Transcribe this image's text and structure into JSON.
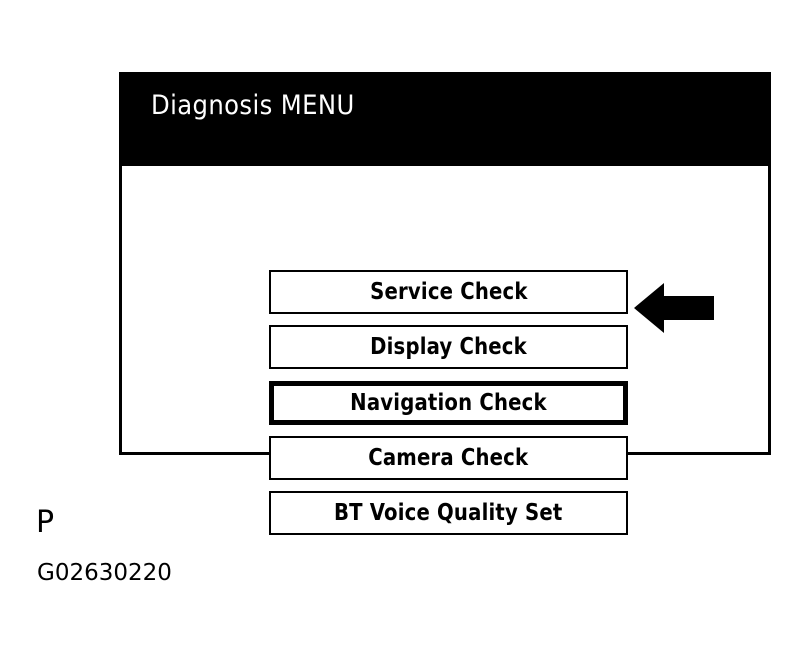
{
  "page": {
    "background_color": "#ffffff"
  },
  "screen": {
    "header": {
      "title": "Diagnosis MENU",
      "background_color": "#000000",
      "text_color": "#ffffff"
    },
    "border_color": "#000000",
    "background_color": "#ffffff",
    "menu_items": [
      {
        "label": "Service Check",
        "selected": false
      },
      {
        "label": "Display Check",
        "selected": false
      },
      {
        "label": "Navigation Check",
        "selected": true
      },
      {
        "label": "Camera Check",
        "selected": false
      },
      {
        "label": "BT Voice Quality Set",
        "selected": false
      }
    ]
  },
  "annotation": {
    "arrow": {
      "icon": "arrow-left-icon",
      "direction": "left",
      "color": "#000000",
      "points_to": "Navigation Check"
    }
  },
  "captions": {
    "marker": "P",
    "figure_code": "G02630220"
  }
}
